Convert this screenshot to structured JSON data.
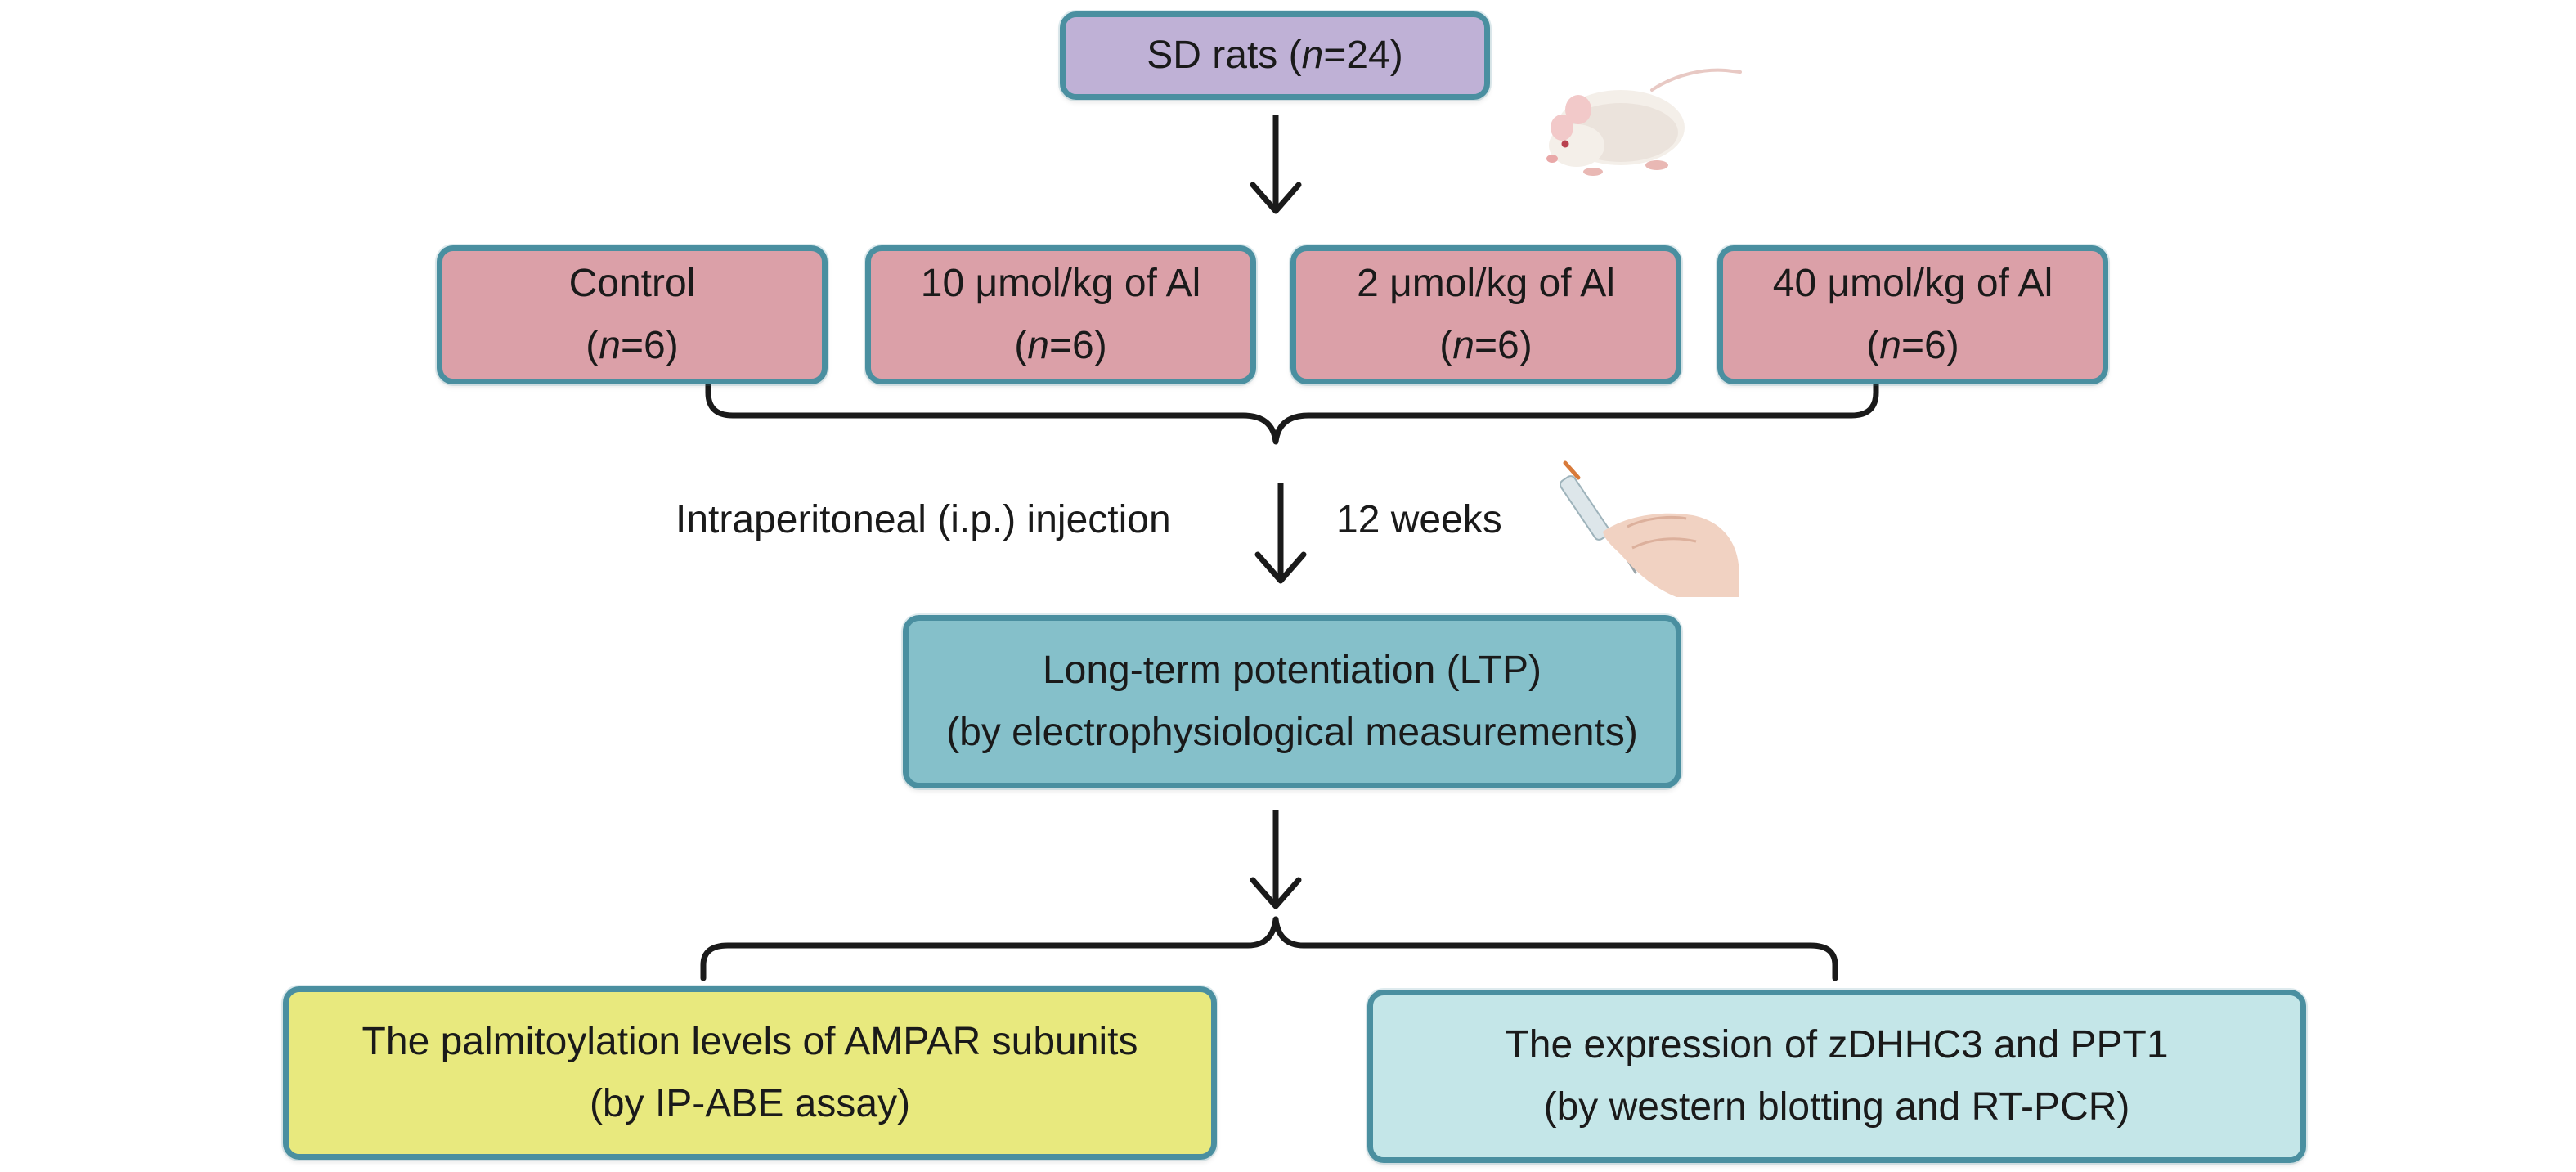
{
  "diagram": {
    "start": {
      "text_prefix": "SD rats (",
      "n_var": "n",
      "text_suffix": "=24)"
    },
    "groups": [
      {
        "line1": "Control",
        "n_open": "(",
        "n_var": "n",
        "n_close": "=6)"
      },
      {
        "line1": "10 μmol/kg of Al",
        "n_open": "(",
        "n_var": "n",
        "n_close": "=6)"
      },
      {
        "line1": "2 μmol/kg of Al",
        "n_open": "(",
        "n_var": "n",
        "n_close": "=6)"
      },
      {
        "line1": "40 μmol/kg of Al",
        "n_open": "(",
        "n_var": "n",
        "n_close": "=6)"
      }
    ],
    "treatment": {
      "route": "Intraperitoneal (i.p.) injection",
      "duration": "12 weeks"
    },
    "measurement": {
      "line1": "Long-term potentiation (LTP)",
      "line2": "(by electrophysiological measurements)"
    },
    "outcomes": [
      {
        "line1": "The palmitoylation levels of AMPAR subunits",
        "line2": "(by IP-ABE assay)"
      },
      {
        "line1": "The expression of zDHHC3 and PPT1",
        "line2": "(by western blotting and RT-PCR)"
      }
    ],
    "illustrations": [
      "rat-illustration",
      "syringe-illustration"
    ],
    "colors": {
      "start_fill": "#bfb1d6",
      "group_fill": "#dba0a8",
      "measurement_fill": "#85c0ca",
      "outcome_left_fill": "#e8e97e",
      "outcome_right_fill": "#c4e6e8",
      "box_border": "#4a8fa0",
      "connector": "#1a1a1a"
    }
  }
}
